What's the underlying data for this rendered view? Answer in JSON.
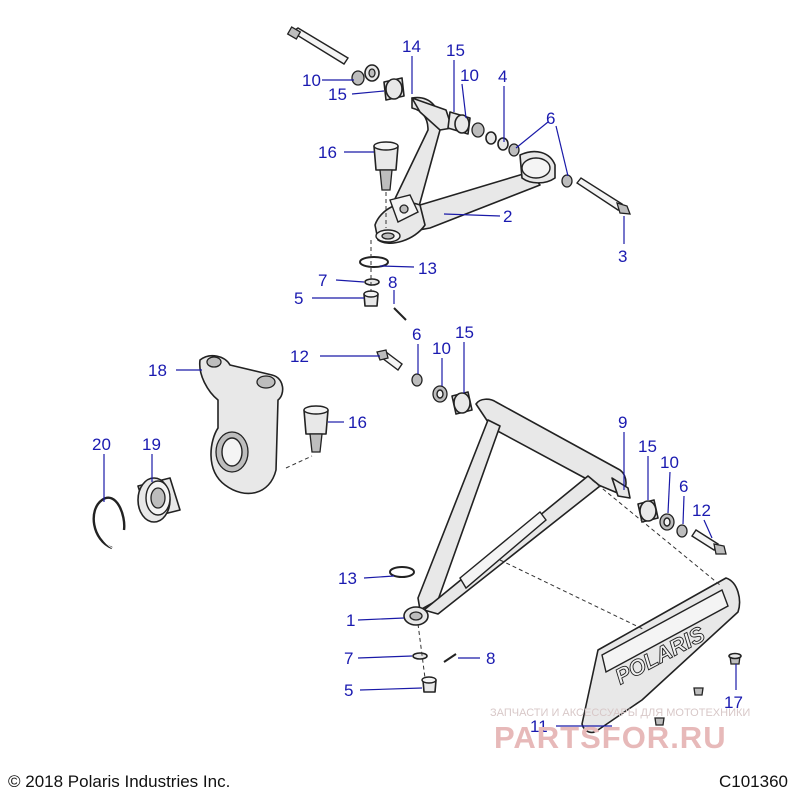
{
  "diagram": {
    "callouts": [
      {
        "id": "upper-14",
        "label": "14"
      },
      {
        "id": "upper-15a",
        "label": "15"
      },
      {
        "id": "upper-10a",
        "label": "10"
      },
      {
        "id": "upper-15b",
        "label": "15"
      },
      {
        "id": "upper-10b",
        "label": "10"
      },
      {
        "id": "upper-4",
        "label": "4"
      },
      {
        "id": "upper-6",
        "label": "6"
      },
      {
        "id": "upper-16",
        "label": "16"
      },
      {
        "id": "upper-2",
        "label": "2"
      },
      {
        "id": "upper-3",
        "label": "3"
      },
      {
        "id": "upper-13",
        "label": "13"
      },
      {
        "id": "upper-7",
        "label": "7"
      },
      {
        "id": "upper-8",
        "label": "8"
      },
      {
        "id": "upper-5",
        "label": "5"
      },
      {
        "id": "mid-12",
        "label": "12"
      },
      {
        "id": "mid-6",
        "label": "6"
      },
      {
        "id": "mid-10",
        "label": "10"
      },
      {
        "id": "mid-15",
        "label": "15"
      },
      {
        "id": "knuckle-18",
        "label": "18"
      },
      {
        "id": "mid-16",
        "label": "16"
      },
      {
        "id": "ring-20",
        "label": "20"
      },
      {
        "id": "bearing-19",
        "label": "19"
      },
      {
        "id": "lower-9",
        "label": "9"
      },
      {
        "id": "lower-15",
        "label": "15"
      },
      {
        "id": "lower-10",
        "label": "10"
      },
      {
        "id": "lower-6",
        "label": "6"
      },
      {
        "id": "lower-12",
        "label": "12"
      },
      {
        "id": "lower-13",
        "label": "13"
      },
      {
        "id": "lower-1",
        "label": "1"
      },
      {
        "id": "lower-7",
        "label": "7"
      },
      {
        "id": "lower-8",
        "label": "8"
      },
      {
        "id": "lower-5",
        "label": "5"
      },
      {
        "id": "guard-17",
        "label": "17"
      },
      {
        "id": "guard-11",
        "label": "11"
      }
    ],
    "guard_logo": "POLARIS",
    "watermark_top": "ЗАПЧАСТИ И АКСЕССУАРЫ ДЛЯ МОТОТЕХНИКИ",
    "watermark_brand": "PARTSFOR.RU"
  },
  "footer": {
    "copyright": "© 2018 Polaris Industries Inc.",
    "figure_code": "C101360"
  },
  "colors": {
    "callout": "#1a1ab0",
    "outline": "#222222",
    "watermark": "#e7b9b9"
  }
}
